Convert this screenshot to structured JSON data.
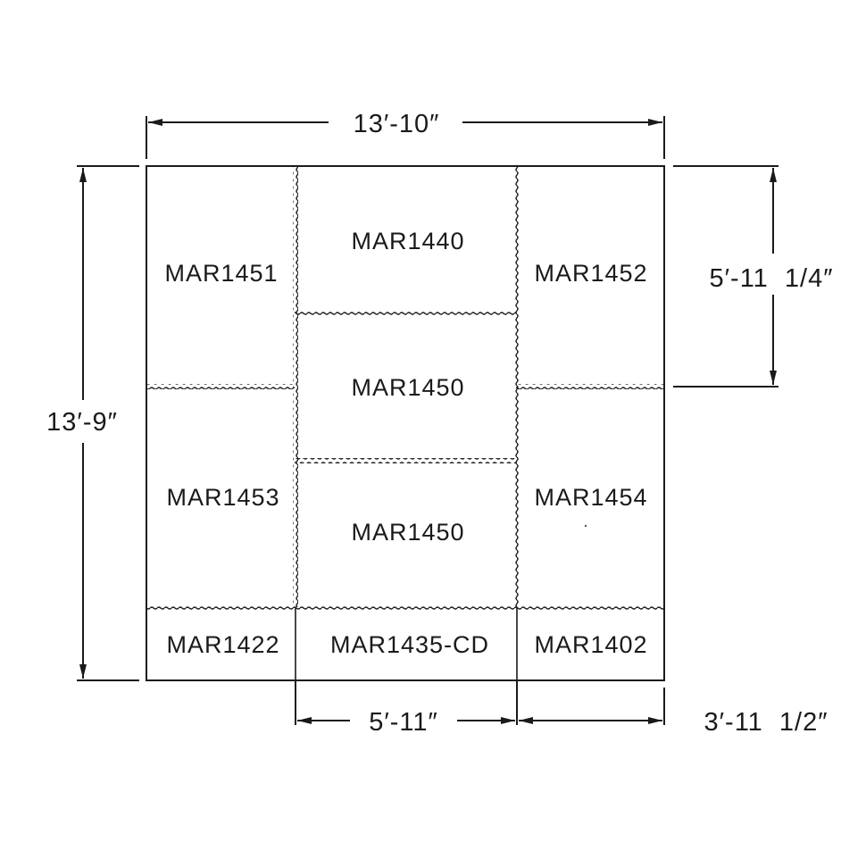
{
  "panels": {
    "mar1451": "MAR1451",
    "mar1440": "MAR1440",
    "mar1452": "MAR1452",
    "mar1450_top": "MAR1450",
    "mar1453": "MAR1453",
    "mar1450_bottom": "MAR1450",
    "mar1454": "MAR1454",
    "mar1422": "MAR1422",
    "mar1435_cd": "MAR1435-CD",
    "mar1402": "MAR1402"
  },
  "dimensions": {
    "overall_width": "13′-10″",
    "overall_height": "13′-9″",
    "right_upper_height": "5′-11  1/4″",
    "center_width": "5′-11″",
    "right_width": "3′-11  1/2″"
  }
}
